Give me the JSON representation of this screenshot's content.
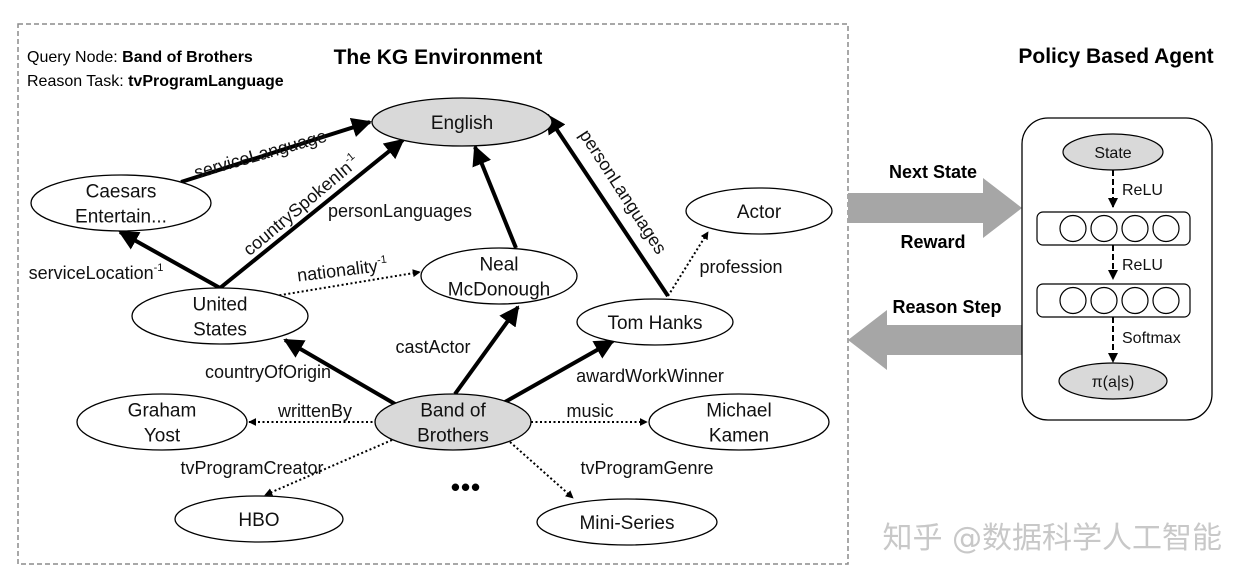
{
  "kg": {
    "title": "The KG Environment",
    "query_label": "Query Node: ",
    "query_value": "Band of Brothers",
    "task_label": "Reason Task: ",
    "task_value": "tvProgramLanguage",
    "nodes": [
      {
        "id": "english",
        "lines": [
          "English"
        ],
        "highlighted": true
      },
      {
        "id": "caesars",
        "lines": [
          "Caesars",
          "Entertain..."
        ],
        "highlighted": false
      },
      {
        "id": "united-states",
        "lines": [
          "United",
          "States"
        ],
        "highlighted": false
      },
      {
        "id": "neal",
        "lines": [
          "Neal",
          "McDonough"
        ],
        "highlighted": false
      },
      {
        "id": "actor",
        "lines": [
          "Actor"
        ],
        "highlighted": false
      },
      {
        "id": "tom-hanks",
        "lines": [
          "Tom Hanks"
        ],
        "highlighted": false
      },
      {
        "id": "band",
        "lines": [
          "Band of",
          "Brothers"
        ],
        "highlighted": true
      },
      {
        "id": "graham",
        "lines": [
          "Graham",
          "Yost"
        ],
        "highlighted": false
      },
      {
        "id": "michael",
        "lines": [
          "Michael",
          "Kamen"
        ],
        "highlighted": false
      },
      {
        "id": "hbo",
        "lines": [
          "HBO"
        ],
        "highlighted": false
      },
      {
        "id": "mini-series",
        "lines": [
          "Mini-Series"
        ],
        "highlighted": false
      }
    ],
    "edges": [
      {
        "from": "caesars",
        "to": "english",
        "label": "serviceLanguage",
        "sup": "",
        "style": "solid"
      },
      {
        "from": "united-states",
        "to": "english",
        "label": "countrySpokenIn",
        "sup": "-1",
        "style": "solid"
      },
      {
        "from": "united-states",
        "to": "caesars",
        "label": "serviceLocation",
        "sup": "-1",
        "style": "solid"
      },
      {
        "from": "neal",
        "to": "english",
        "label": "personLanguages",
        "sup": "",
        "style": "solid"
      },
      {
        "from": "tom-hanks",
        "to": "english",
        "label": "personLanguages",
        "sup": "",
        "style": "solid"
      },
      {
        "from": "united-states",
        "to": "neal",
        "label": "nationality",
        "sup": "-1",
        "style": "dotted"
      },
      {
        "from": "tom-hanks",
        "to": "actor",
        "label": "profession",
        "sup": "",
        "style": "dotted"
      },
      {
        "from": "band",
        "to": "united-states",
        "label": "countryOfOrigin",
        "sup": "",
        "style": "solid"
      },
      {
        "from": "band",
        "to": "neal",
        "label": "castActor",
        "sup": "",
        "style": "solid"
      },
      {
        "from": "band",
        "to": "tom-hanks",
        "label": "awardWorkWinner",
        "sup": "",
        "style": "solid"
      },
      {
        "from": "band",
        "to": "graham",
        "label": "writtenBy",
        "sup": "",
        "style": "dotted"
      },
      {
        "from": "band",
        "to": "michael",
        "label": "music",
        "sup": "",
        "style": "dotted"
      },
      {
        "from": "band",
        "to": "hbo",
        "label": "tvProgramCreator",
        "sup": "",
        "style": "dotted"
      },
      {
        "from": "band",
        "to": "mini-series",
        "label": "tvProgramGenre",
        "sup": "",
        "style": "dotted"
      }
    ],
    "ellipsis": "•••"
  },
  "flow": {
    "next_state": "Next State",
    "reward": "Reward",
    "reason_step": "Reason Step"
  },
  "agent": {
    "title": "Policy Based Agent",
    "state": "State",
    "activation_1": "ReLU",
    "activation_2": "ReLU",
    "activation_3": "Softmax",
    "output": "π(a|s)",
    "layer_neurons": 4
  },
  "watermark": "知乎 @数据科学人工智能",
  "colors": {
    "highlight_fill": "#d9d9d9",
    "arrow_fill": "#a6a6a6",
    "border_dash": "#8c8c8c"
  }
}
